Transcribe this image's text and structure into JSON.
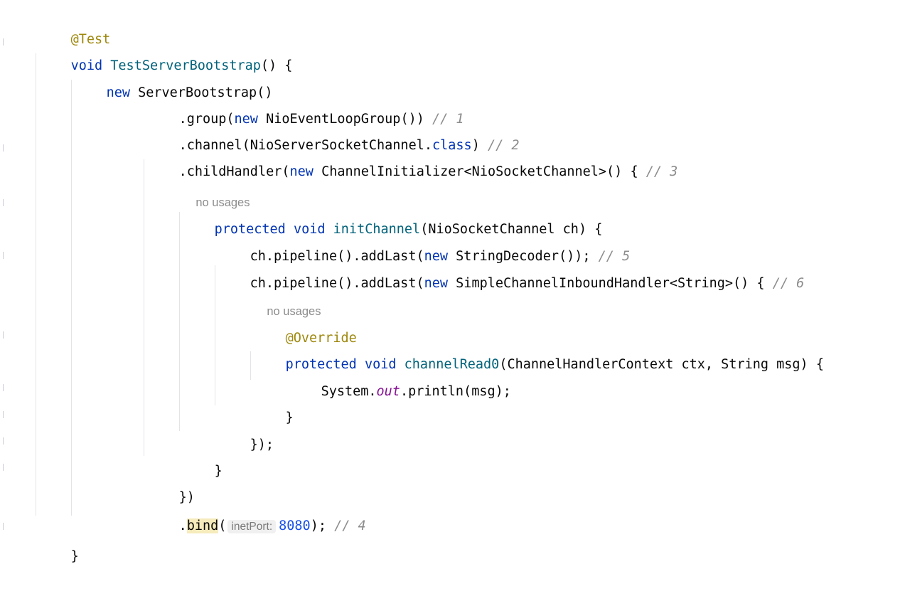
{
  "code": {
    "ann_test": "@Test",
    "kw_void1": "void",
    "fn_test": "TestServerBootstrap",
    "p1": "() {",
    "kw_new1": "new",
    "cls_sb": "ServerBootstrap()",
    "group_a": ".group(",
    "kw_new2": "new",
    "group_b": "NioEventLoopGroup())",
    "c1": "// 1",
    "channel_a": ".channel(NioServerSocketChannel.",
    "kw_class": "class",
    "channel_b": ")",
    "c2": "// 2",
    "child_a": ".childHandler(",
    "kw_new3": "new",
    "child_b": "ChannelInitializer<NioSocketChannel>() {",
    "c3": "// 3",
    "hint1": "no usages",
    "kw_protected1": "protected",
    "kw_void2": "void",
    "fn_init": "initChannel",
    "init_b": "(NioSocketChannel ch) {",
    "pipe1_a": "ch.pipeline().addLast(",
    "kw_new4": "new",
    "pipe1_b": "StringDecoder());",
    "c5": "// 5",
    "pipe2_a": "ch.pipeline().addLast(",
    "kw_new5": "new",
    "pipe2_b": "SimpleChannelInboundHandler<String>() {",
    "c6": "// 6",
    "hint2": "no usages",
    "ann_override": "@Override",
    "kw_protected2": "protected",
    "kw_void3": "void",
    "fn_read": "channelRead0",
    "read_b": "(ChannelHandlerContext ctx, String msg) {",
    "sys_a": "System.",
    "sys_out": "out",
    "sys_b": ".println(msg);",
    "brace1": "}",
    "brace2": "});",
    "brace3": "}",
    "brace4": "})",
    "bind_dot": ".",
    "bind_name": "bind",
    "bind_paren": "(",
    "inlay_hint": "inetPort:",
    "port": "8080",
    "bind_end": ");",
    "c4": "// 4",
    "brace5": "}"
  }
}
